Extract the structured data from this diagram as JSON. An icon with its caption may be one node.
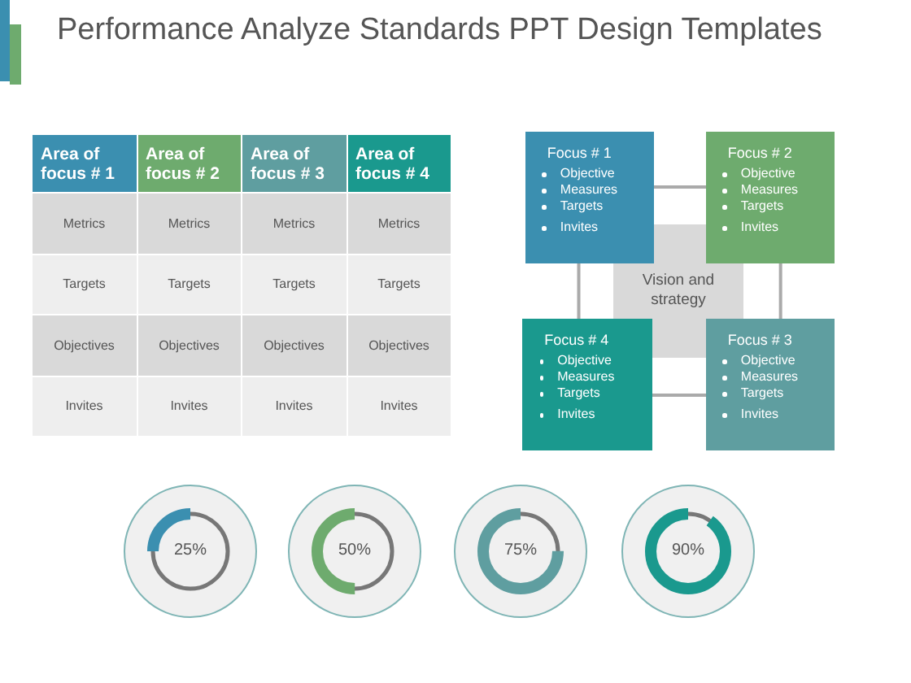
{
  "diagram": {
    "title": "Performance Analyze Standards PPT Design Templates",
    "nodes": [
      {
        "text": [
          "Focus # 1",
          "Objective",
          "Measures",
          "Targets",
          "Invites"
        ]
      },
      {
        "text": [
          "Focus # 2",
          "Objective",
          "Measures",
          "Targets",
          "Invites"
        ]
      },
      {
        "text": [
          "Vision and strategy"
        ]
      },
      {
        "text": [
          "Focus # 4",
          "Objective",
          "Measures",
          "Targets",
          "Invites"
        ]
      },
      {
        "text": [
          "Focus # 3",
          "Objective",
          "Measures",
          "Targets",
          "Invites"
        ]
      },
      {
        "text": [
          "25%"
        ]
      },
      {
        "text": [
          "50%"
        ]
      },
      {
        "text": [
          "75%"
        ]
      },
      {
        "text": [
          "90%"
        ]
      }
    ],
    "edges": [
      {
        "from": 0,
        "to": 1,
        "arrow": "none"
      },
      {
        "from": 0,
        "to": 3,
        "arrow": "none"
      },
      {
        "from": 1,
        "to": 4,
        "arrow": "none"
      },
      {
        "from": 3,
        "to": 4,
        "arrow": "none"
      }
    ],
    "labels": [
      "Area of focus # 1",
      "Area of focus # 2",
      "Area of focus # 3",
      "Area of focus # 4",
      "Metrics",
      "Metrics",
      "Metrics",
      "Metrics",
      "Targets",
      "Targets",
      "Targets",
      "Targets",
      "Objectives",
      "Objectives",
      "Objectives",
      "Objectives",
      "Invites",
      "Invites",
      "Invites",
      "Invites"
    ]
  }
}
